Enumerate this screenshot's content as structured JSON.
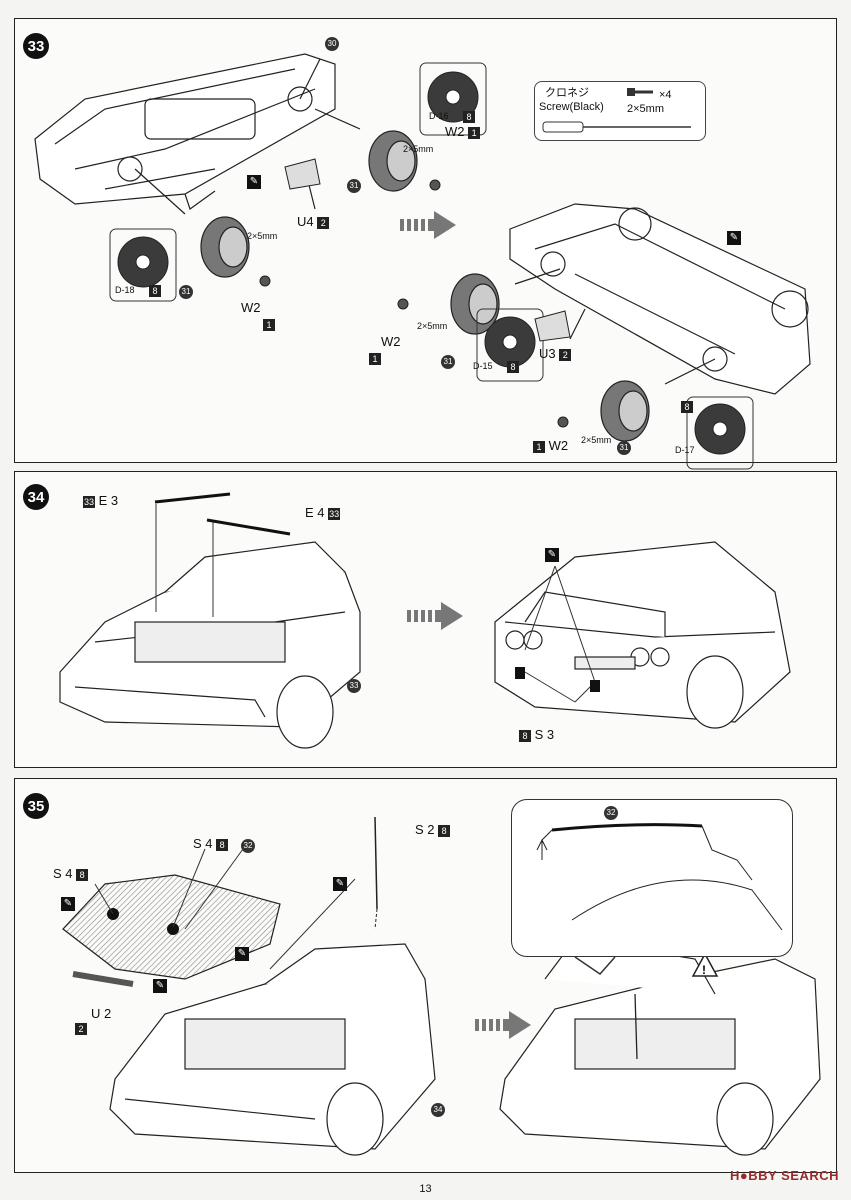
{
  "page_number": "13",
  "watermark": "H●BBY SEARCH",
  "steps": [
    {
      "number": "33",
      "screw_box": {
        "jp": "クロネジ",
        "en": "Screw(Black)",
        "qty": "×4",
        "size": "2×5mm"
      },
      "labels": {
        "part_30": "30",
        "w2_top": "W2",
        "w2_top_num": "1",
        "d16": "D-16",
        "d16_num": "8",
        "dim_a": "2×5mm",
        "u4": "U4",
        "u4_num": "2",
        "d18": "D-18",
        "d18_num": "8",
        "dim_b": "2×5mm",
        "w2_left": "W2",
        "w2_left_num": "1",
        "part_31a": "31",
        "part_31b": "31",
        "part_31c": "31",
        "part_31d": "31",
        "w2_mid": "W2",
        "w2_mid_num": "1",
        "dim_c": "2×5mm",
        "d15": "D-15",
        "d15_num": "8",
        "u3": "U3",
        "u3_num": "2",
        "w2_bot": "W2",
        "w2_bot_num": "1",
        "dim_d": "2×5mm",
        "d17": "D-17",
        "d17_num": "8"
      }
    },
    {
      "number": "34",
      "labels": {
        "e3_num": "33",
        "e3": "E 3",
        "e4": "E 4",
        "e4_num": "33",
        "part_33": "33",
        "s3_num": "8",
        "s3": "S 3"
      }
    },
    {
      "number": "35",
      "labels": {
        "s2": "S 2",
        "s2_num": "8",
        "s4a": "S 4",
        "s4a_num": "8",
        "part_32a": "32",
        "s4b": "S 4",
        "s4b_num": "8",
        "u2": "U 2",
        "u2_num": "2",
        "part_34": "34",
        "part_32b": "32"
      }
    }
  ]
}
